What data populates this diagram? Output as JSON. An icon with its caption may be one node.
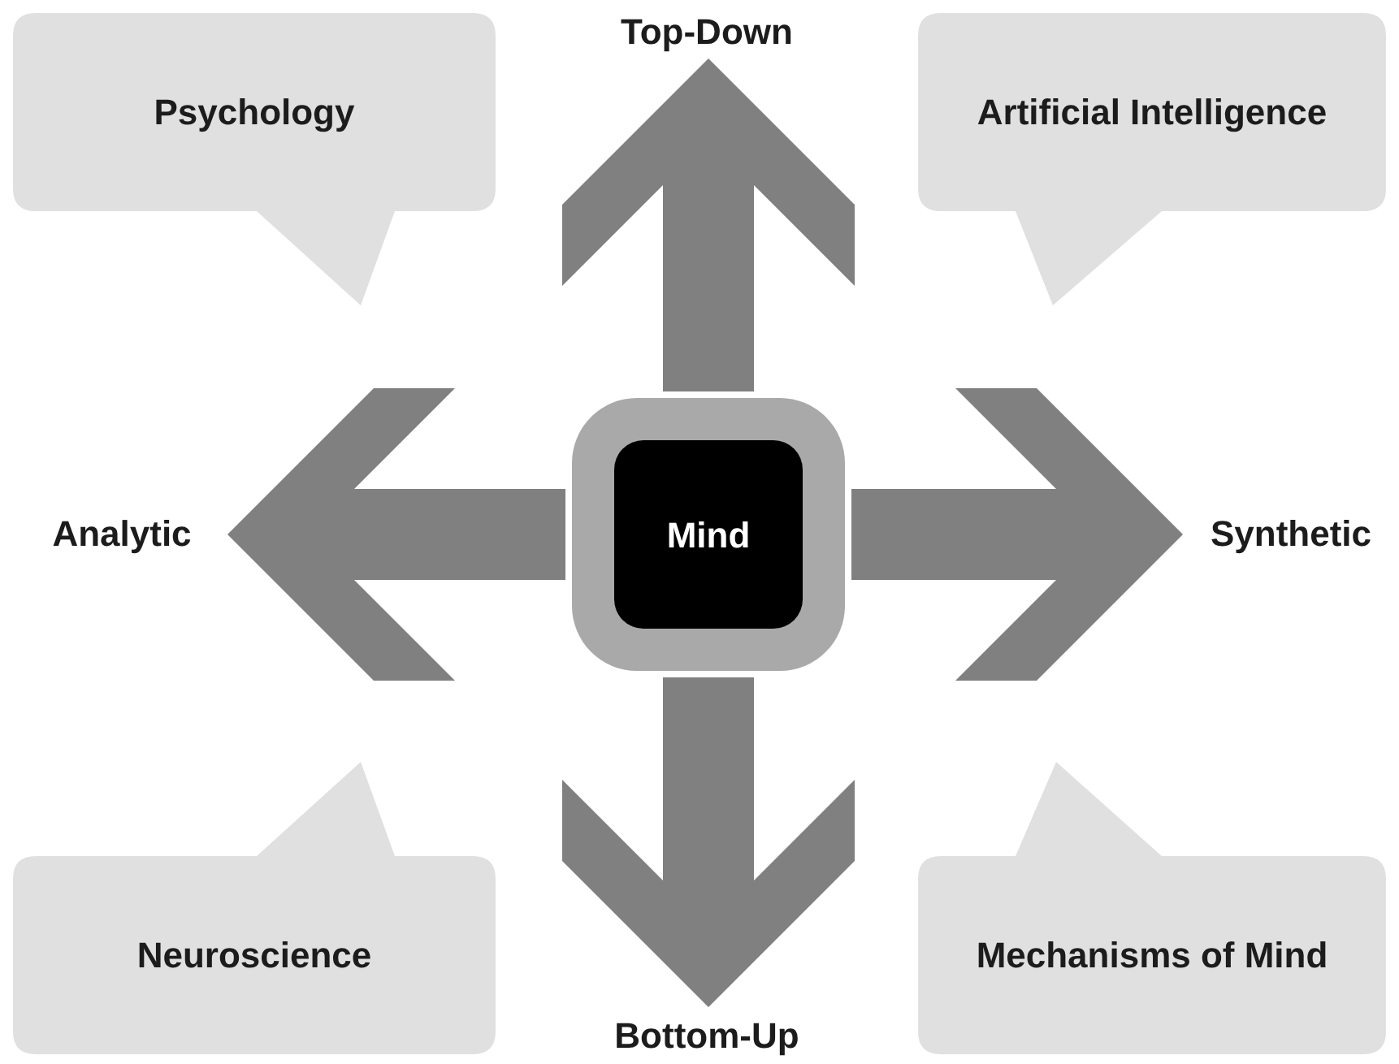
{
  "diagram": {
    "nodes": [
      {
        "text": [
          "Psychology"
        ]
      },
      {
        "text": [
          "Top-Down"
        ]
      },
      {
        "text": [
          "Artificial Intelligence"
        ]
      },
      {
        "text": [
          "Analytic"
        ]
      },
      {
        "text": [
          "Mind"
        ]
      },
      {
        "text": [
          "Synthetic"
        ]
      },
      {
        "text": [
          "Neuroscience"
        ]
      },
      {
        "text": [
          "Bottom-Up"
        ]
      },
      {
        "text": [
          "Mechanisms of Mind"
        ]
      }
    ],
    "edges": [
      {
        "from": 4,
        "to": 1,
        "arrow": "to"
      },
      {
        "from": 4,
        "to": 3,
        "arrow": "to"
      },
      {
        "from": 4,
        "to": 5,
        "arrow": "to"
      },
      {
        "from": 4,
        "to": 7,
        "arrow": "to"
      }
    ]
  }
}
